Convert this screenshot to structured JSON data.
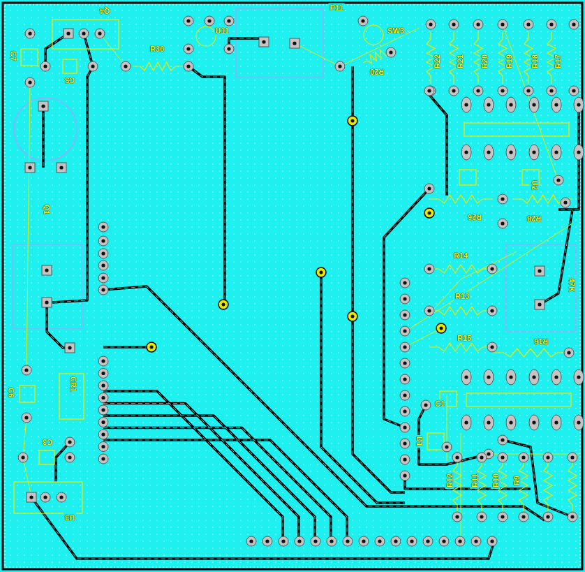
{
  "diagram": {
    "labels": [
      "Q4",
      "C7",
      "C5",
      "R30",
      "U11",
      "P11",
      "SW3",
      "R20",
      "R22",
      "R21",
      "R20",
      "R19",
      "R18",
      "R17",
      "R26",
      "R28",
      "U2",
      "R14",
      "R13",
      "R15",
      "R16",
      "47K",
      "C1",
      "D1",
      "R12",
      "R11",
      "R10",
      "R9",
      "Q1",
      "CR1",
      "C6",
      "C3",
      "U3"
    ]
  }
}
